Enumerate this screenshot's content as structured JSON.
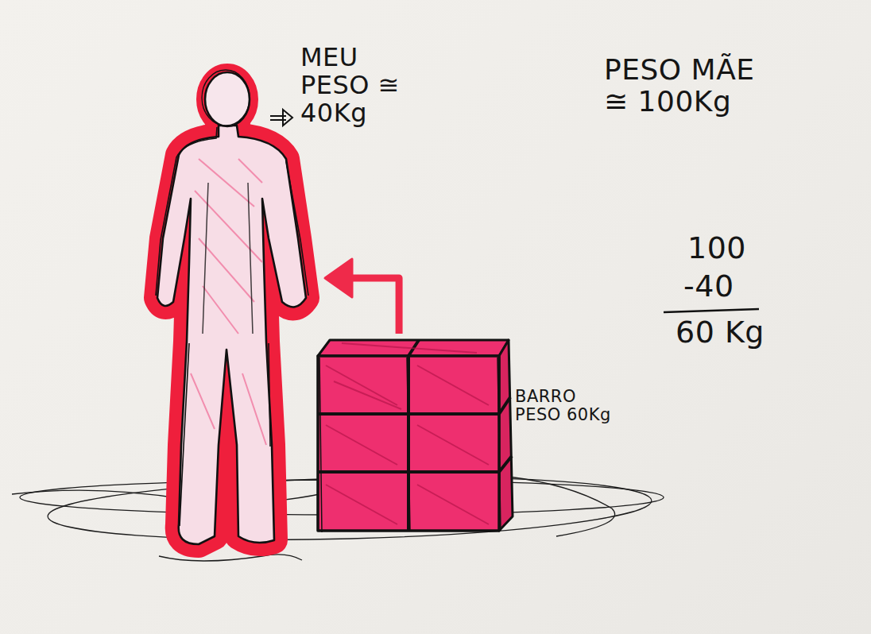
{
  "diagram": {
    "nodes": [
      {
        "text": [
          "MEU PESO ≅ 40Kg"
        ]
      },
      {
        "text": [
          "BARRO PESO 60Kg"
        ]
      }
    ],
    "edges": [
      {
        "from": 1,
        "to": 0,
        "arrow": "to"
      }
    ],
    "labels": [
      "PESO MÃE ≅ 100Kg",
      "100",
      "-40",
      "60 Kg"
    ]
  }
}
